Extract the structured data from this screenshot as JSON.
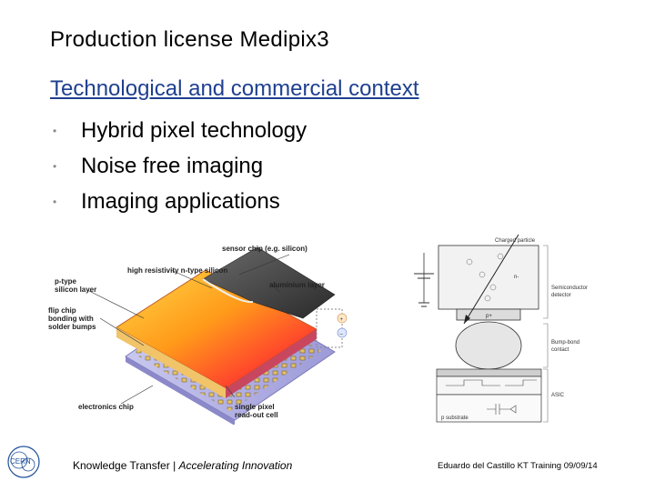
{
  "slide": {
    "title": "Production license Medipix3",
    "subtitle": "Technological and commercial context",
    "bullets": [
      "Hybrid pixel technology",
      "Noise free imaging",
      "Imaging applications"
    ]
  },
  "figure_left": {
    "labels": {
      "sensor_chip": "sensor chip (e.g. silicon)",
      "high_res": "high resistivity n-type silicon",
      "p_type_1": "p-type",
      "p_type_2": "silicon layer",
      "aluminium": "aluminium layer",
      "flip_1": "flip chip",
      "flip_2": "bonding with",
      "flip_3": "solder bumps",
      "electronics": "electronics chip",
      "single_1": "single pixel",
      "single_2": "read-out cell",
      "plus": "+",
      "minus": "–"
    }
  },
  "figure_right": {
    "labels": {
      "charged": "Charged particle",
      "n_minus": "n-",
      "p_plus": "p+",
      "semi_1": "Semiconductor",
      "semi_2": "detector",
      "bump_1": "Bump-bond",
      "bump_2": "contact",
      "asic": "ASIC",
      "substrate": "p substrate"
    }
  },
  "footer": {
    "kt": "Knowledge Transfer | ",
    "kt_italic": "Accelerating Innovation",
    "right": "Eduardo del Castillo  KT Training 09/09/14"
  },
  "logo": {
    "text": "CERN"
  }
}
